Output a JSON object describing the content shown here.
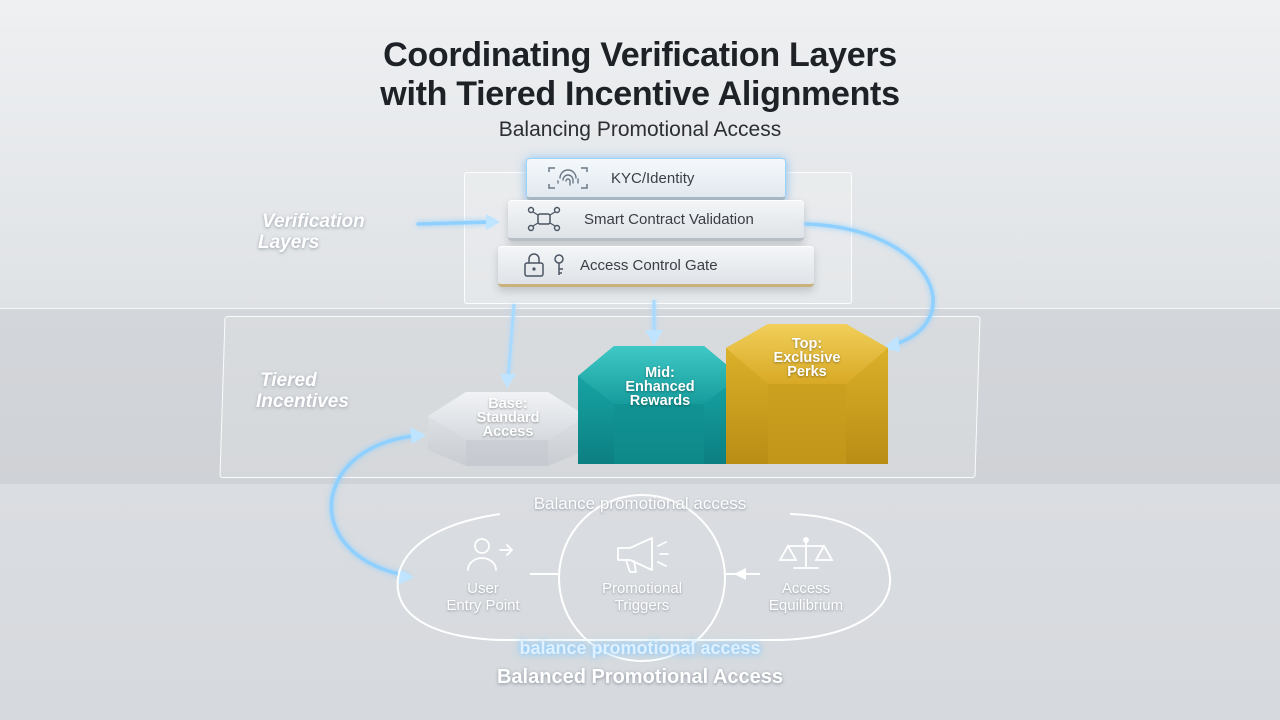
{
  "title": {
    "line1": "Coordinating Verification Layers",
    "line2": "with Tiered Incentive Alignments",
    "subtitle": "Balancing Promotional Access"
  },
  "labels": {
    "verification": [
      "Verification",
      "Layers"
    ],
    "tiered": [
      "Tiered",
      "Incentives"
    ]
  },
  "verification_layers": [
    {
      "label": "KYC/Identity",
      "icon": "fingerprint-icon"
    },
    {
      "label": "Smart Contract Validation",
      "icon": "contract-network-icon"
    },
    {
      "label": "Access Control Gate",
      "icon": "lock-key-icon"
    }
  ],
  "tiers": {
    "base": {
      "line1": "Base:",
      "line2": "Standard",
      "line3": "Access",
      "color": "#e3e6ea"
    },
    "mid": {
      "line1": "Mid:",
      "line2": "Enhanced",
      "line3": "Rewards",
      "color": "#1fb0b0"
    },
    "top": {
      "line1": "Top:",
      "line2": "Exclusive",
      "line3": "Perks",
      "color": "#e2b72e"
    }
  },
  "cycle": {
    "header": "Balance promotional access",
    "nodes": [
      {
        "line1": "User",
        "line2": "Entry Point",
        "icon": "user-arrow-icon"
      },
      {
        "line1": "Promotional",
        "line2": "Triggers",
        "icon": "megaphone-icon"
      },
      {
        "line1": "Access",
        "line2": "Equilibrium",
        "icon": "scales-icon"
      }
    ],
    "glow_text": "balance promotional access",
    "footer": "Balanced Promotional Access"
  },
  "colors": {
    "glow": "#8fd0ff",
    "accent_teal": "#1fb0b0",
    "accent_gold": "#e2b72e"
  }
}
